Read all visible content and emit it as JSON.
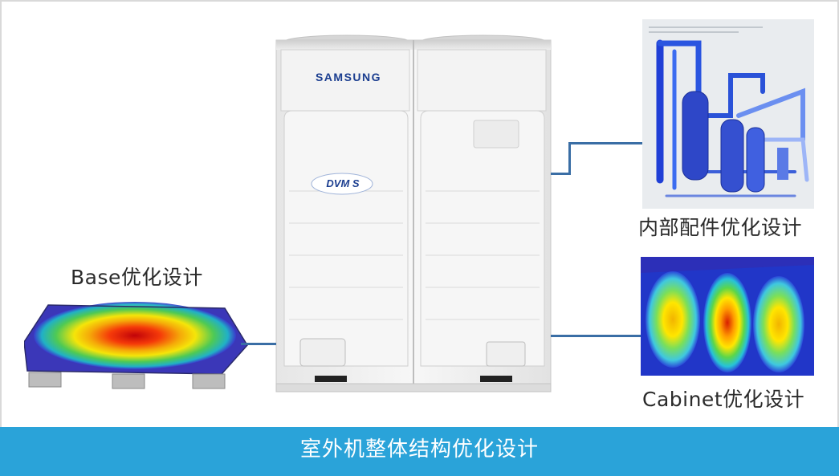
{
  "labels": {
    "internal_parts": "内部配件优化设计",
    "base": "Base优化设计",
    "cabinet": "Cabinet优化设计"
  },
  "product": {
    "brand": "SAMSUNG",
    "model_badge": "DVM S"
  },
  "footer": {
    "title": "室外机整体结构优化设计"
  },
  "colors": {
    "footer_bg": "#2aa3d9",
    "connector": "#3a6ea5",
    "brand_text": "#1a3d8f"
  },
  "icons": {
    "internal_parts_image": "piping-simulation-image",
    "base_image": "base-fea-heatmap-image",
    "cabinet_image": "cabinet-fea-heatmap-image",
    "unit_image": "outdoor-unit-image"
  }
}
